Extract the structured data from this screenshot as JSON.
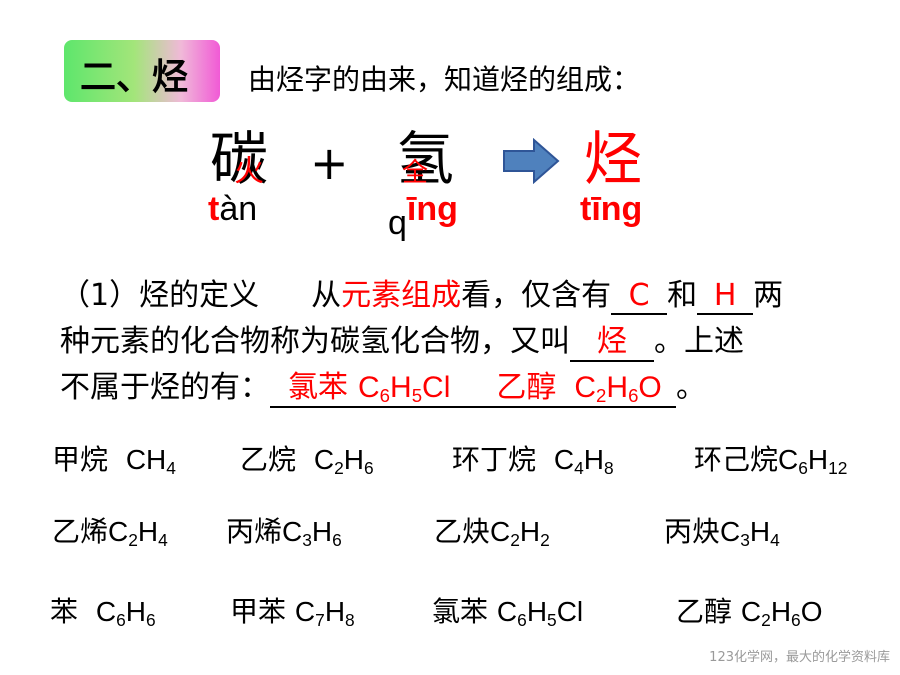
{
  "header": {
    "badge": "二、烃",
    "intro": "由烃字的由来，知道烃的组成："
  },
  "composition": {
    "carbon_char": "碳",
    "carbon_radical": "火",
    "carbon_pinyin_initial": "t",
    "carbon_pinyin_rest": "àn",
    "plus": "+",
    "hydrogen_char": "氢",
    "hydrogen_radical": "全",
    "hydrogen_pinyin_initial": "q",
    "hydrogen_pinyin_rest": "īng",
    "result_char": "烃",
    "result_pinyin": "tīng",
    "arrow_color": "#4f81bd",
    "accent_color": "#ff0000"
  },
  "definition": {
    "line1_a": "（1）烃的定义",
    "line1_b": "从",
    "line1_red": "元素组成",
    "line1_c": "看，仅含有",
    "blank1": "C",
    "line1_d": "和",
    "blank2": "H",
    "line1_e": "两",
    "line2_a": "种元素的化合物称为碳氢化合物，又叫",
    "blank3": "烃",
    "line2_b": "。上述",
    "line3_a": "不属于烃的有：",
    "ans1_name": "氯苯",
    "ans1_C": "C",
    "ans1_n1": "6",
    "ans1_H": "H",
    "ans1_n2": "5",
    "ans1_X": "Cl",
    "ans2_name": "乙醇",
    "ans2_C": "C",
    "ans2_n1": "2",
    "ans2_H": "H",
    "ans2_n2": "6",
    "ans2_X": "O",
    "line3_end": "。"
  },
  "compounds": [
    {
      "name": "甲烷",
      "f": [
        "CH",
        "4"
      ]
    },
    {
      "name": "乙烷",
      "f": [
        "C",
        "2",
        "H",
        "6"
      ]
    },
    {
      "name": "环丁烷",
      "f": [
        "C",
        "4",
        "H",
        "8"
      ]
    },
    {
      "name": "环己烷",
      "f": [
        "C",
        "6",
        "H",
        "12"
      ]
    },
    {
      "name": "乙烯",
      "f": [
        "C",
        "2",
        "H",
        "4"
      ]
    },
    {
      "name": "丙烯",
      "f": [
        "C",
        "3",
        "H",
        "6"
      ]
    },
    {
      "name": "乙炔",
      "f": [
        "C",
        "2",
        "H",
        "2"
      ]
    },
    {
      "name": "丙炔",
      "f": [
        "C",
        "3",
        "H",
        "4"
      ]
    },
    {
      "name": "苯",
      "f": [
        "C",
        "6",
        "H",
        "6"
      ]
    },
    {
      "name": "甲苯",
      "f": [
        "C",
        "7",
        "H",
        "8"
      ]
    },
    {
      "name": "氯苯",
      "f": [
        "C",
        "6",
        "H",
        "5",
        "Cl"
      ]
    },
    {
      "name": "乙醇",
      "f": [
        "C",
        "2",
        "H",
        "6",
        "O"
      ]
    }
  ],
  "footer": "123化学网，最大的化学资料库"
}
